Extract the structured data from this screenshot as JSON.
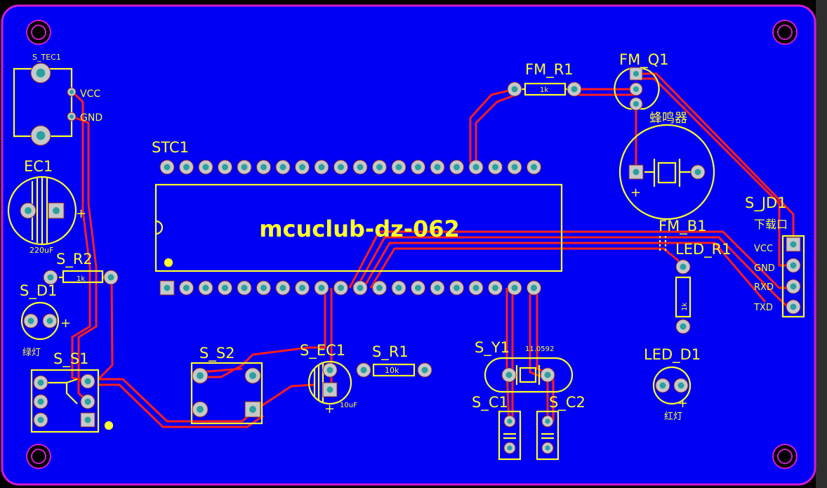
{
  "colors": {
    "background": "#000000",
    "board": "#0000f5",
    "edge": "#d21ed2",
    "trace": "#ff1e1e",
    "silk": "#ffff2a",
    "pad": "#c8c8c8",
    "drill": "#2aa0a0"
  },
  "board_title": "mcuclub-dz-062",
  "designators": {
    "s_tec1": "S_TEC1",
    "ec1": "EC1",
    "s_r2": "S_R2",
    "s_d1": "S_D1",
    "s_s1": "S_S1",
    "s_s2": "S_S2",
    "stc1": "STC1",
    "s_ec1": "S_EC1",
    "s_r1": "S_R1",
    "s_y1": "S_Y1",
    "s_c1": "S_C1",
    "s_c2": "S_C2",
    "fm_r1": "FM_R1",
    "fm_q1": "FM_Q1",
    "fm_b1": "FM_B1",
    "led_r1": "LED_R1",
    "led_d1": "LED_D1",
    "s_jd1": "S_JD1"
  },
  "component_text": {
    "vcc": "VCC",
    "gnd": "GND",
    "ec1_value": "220uF",
    "s_r2_value": "1k",
    "s_d1_desc": "绿灯",
    "s_ec1_value": "10uF",
    "s_r1_value": "10k",
    "crystal_value": "11.0592",
    "fm_r1_value": "1k",
    "buzzer_desc": "蜂鸣器",
    "led_r1_value": "1k",
    "led_d1_desc": "红灯",
    "jd1_desc": "下载口",
    "jd1_pins": [
      "VCC",
      "GND",
      "RXD",
      "TXD"
    ],
    "plus": "+"
  }
}
